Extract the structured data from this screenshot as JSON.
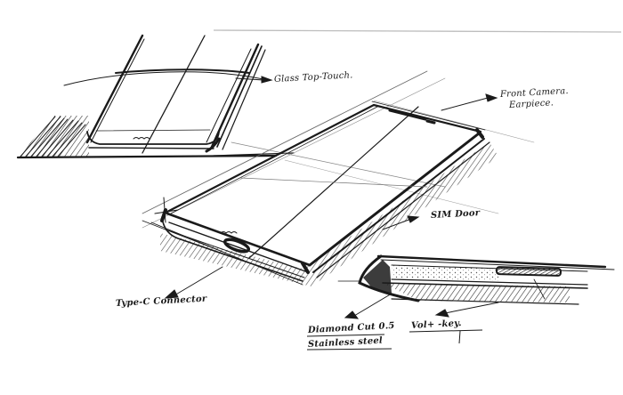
{
  "sketch": {
    "title": "Smartphone design sketch",
    "stroke_color": "#1a1a1a",
    "background": "#ffffff",
    "views": [
      {
        "name": "top-back-view"
      },
      {
        "name": "main-perspective-view"
      },
      {
        "name": "side-detail-view"
      }
    ]
  },
  "annotations": {
    "glass_top_touch": "Glass Top-Touch.",
    "front_camera_line1": "Front Camera.",
    "front_camera_line2": "Earpiece.",
    "sim_door": "SIM Door",
    "type_c_connector": "Type-C Connector",
    "diamond_cut_line1": "Diamond Cut 0.5",
    "diamond_cut_line2": "Stainless steel",
    "vol_key": "Vol+ -key."
  }
}
